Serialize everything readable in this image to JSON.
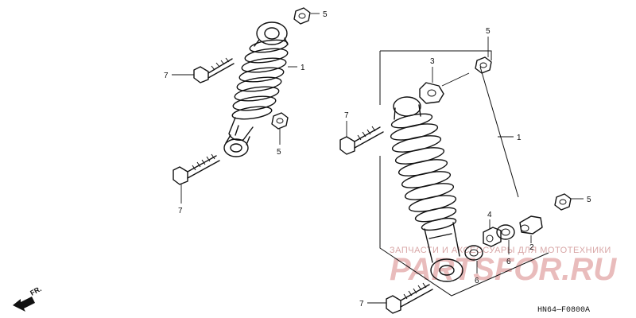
{
  "callouts": {
    "c1": "5",
    "c2": "7",
    "c3": "1",
    "c4": "5",
    "c5": "7",
    "c6": "5",
    "c7": "3",
    "c8": "7",
    "c9": "1",
    "c10": "5",
    "c11": "4",
    "c12": "2",
    "c13": "6",
    "c14": "6",
    "c15": "7"
  },
  "watermark": {
    "line": "ЗАПЧАСТИ И АКСЕССУАРЫ ДЛЯ МОТОТЕХНИКИ",
    "brand": "PARTSFOR.RU"
  },
  "diagram_code": "HN64—F0800A",
  "front_arrow_label": "FR."
}
